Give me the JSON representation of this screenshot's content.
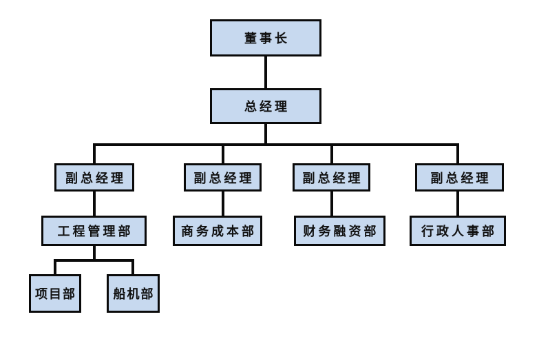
{
  "diagram": {
    "type": "org-chart",
    "colors": {
      "background": "#ffffff",
      "box_fill": "#c7d9ef",
      "box_border": "#0a0a0a",
      "line_color": "#0a0a0a",
      "text_color": "#111111"
    },
    "nodes": {
      "chairman": {
        "label": "董事长"
      },
      "general_manager": {
        "label": "总经理"
      },
      "deputy_gm_1": {
        "label": "副总经理"
      },
      "deputy_gm_2": {
        "label": "副总经理"
      },
      "deputy_gm_3": {
        "label": "副总经理"
      },
      "deputy_gm_4": {
        "label": "副总经理"
      },
      "engineering_mgmt_dept": {
        "label": "工程管理部"
      },
      "business_cost_dept": {
        "label": "商务成本部"
      },
      "finance_funding_dept": {
        "label": "财务融资部"
      },
      "admin_hr_dept": {
        "label": "行政人事部"
      },
      "project_dept": {
        "label": "项目部"
      },
      "ship_machinery_dept": {
        "label": "船机部"
      }
    },
    "edges": [
      {
        "from": "chairman",
        "to": "general_manager"
      },
      {
        "from": "general_manager",
        "to": "deputy_gm_1"
      },
      {
        "from": "general_manager",
        "to": "deputy_gm_2"
      },
      {
        "from": "general_manager",
        "to": "deputy_gm_3"
      },
      {
        "from": "general_manager",
        "to": "deputy_gm_4"
      },
      {
        "from": "deputy_gm_1",
        "to": "engineering_mgmt_dept"
      },
      {
        "from": "deputy_gm_2",
        "to": "business_cost_dept"
      },
      {
        "from": "deputy_gm_3",
        "to": "finance_funding_dept"
      },
      {
        "from": "deputy_gm_4",
        "to": "admin_hr_dept"
      },
      {
        "from": "engineering_mgmt_dept",
        "to": "project_dept"
      },
      {
        "from": "engineering_mgmt_dept",
        "to": "ship_machinery_dept"
      }
    ]
  }
}
